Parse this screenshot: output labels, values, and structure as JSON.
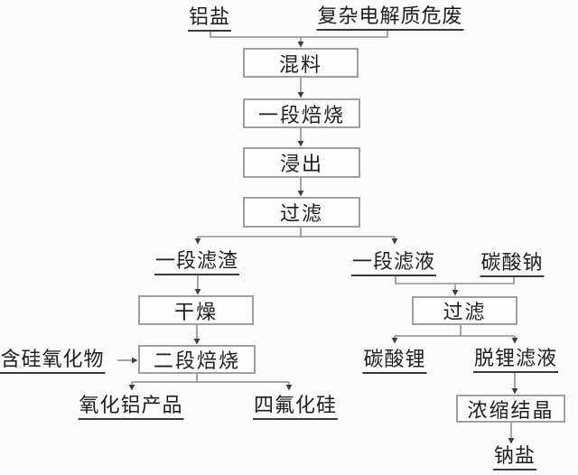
{
  "colors": {
    "background": "#fcfcfc",
    "connector_line": "#8d8d8d",
    "arrowhead": "#3c3c3c",
    "box_border": "#9f9f9f",
    "text": "#1e1e1e"
  },
  "flowchart": {
    "inputs": {
      "aluminum_salt": "铝盐",
      "complex_electrolyte_waste": "复杂电解质危废",
      "silicon_oxide_additive": "含硅氧化物",
      "sodium_carbonate": "碳酸钠"
    },
    "processes": {
      "mixing": "混料",
      "first_stage_roasting": "一段焙烧",
      "leaching": "浸出",
      "filtration_1": "过滤",
      "drying": "干燥",
      "second_stage_roasting": "二段焙烧",
      "filtration_2": "过滤",
      "concentration_crystallization": "浓缩结晶"
    },
    "intermediates": {
      "first_stage_residue": "一段滤渣",
      "first_stage_filtrate": "一段滤液",
      "delithiated_filtrate": "脱锂滤液"
    },
    "products": {
      "alumina_product": "氧化铝产品",
      "silicon_tetrafluoride": "四氟化硅",
      "lithium_carbonate": "碳酸锂",
      "sodium_salt": "钠盐"
    }
  }
}
